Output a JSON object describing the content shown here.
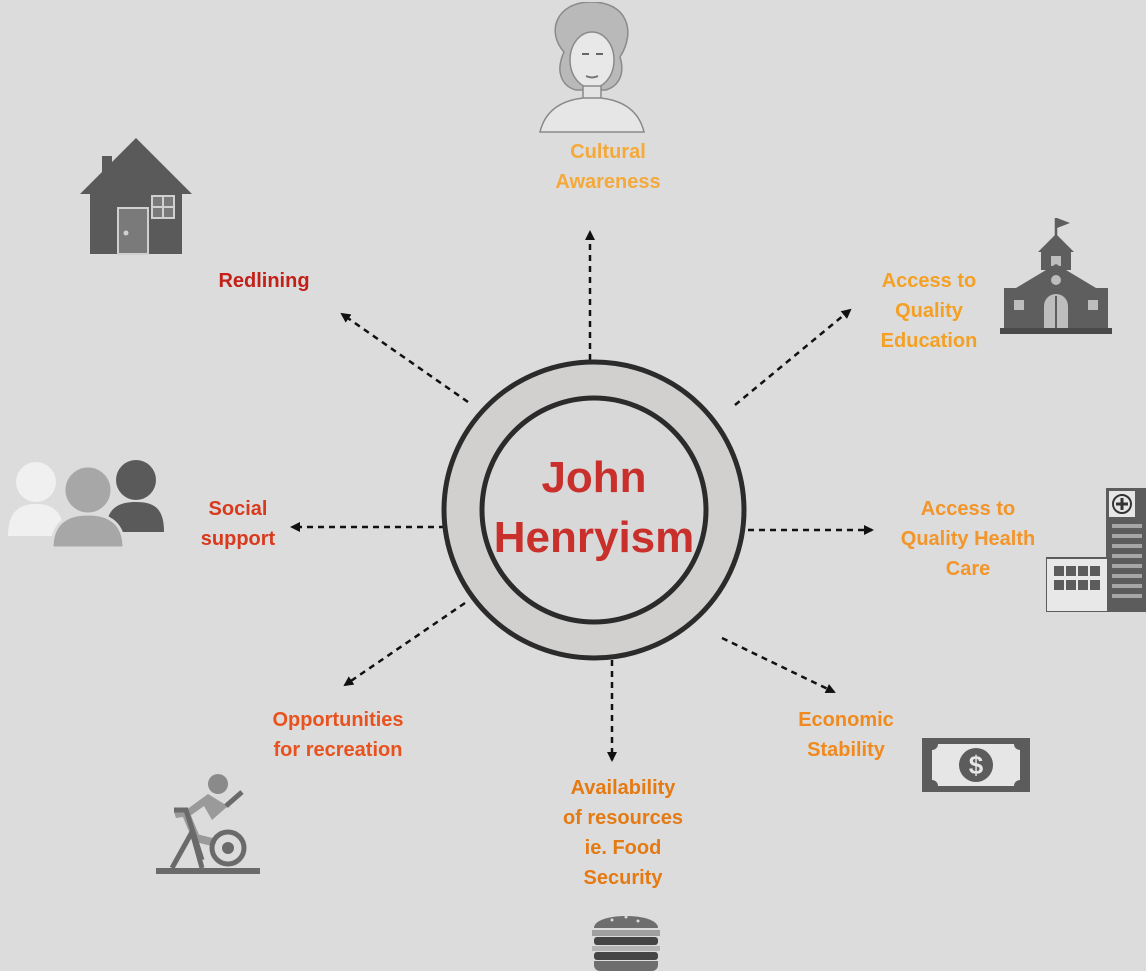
{
  "center": {
    "label": "John\nHenryism",
    "color": "#c9302c"
  },
  "factors": [
    {
      "id": "cultural",
      "label": "Cultural\nAwareness",
      "color": "#f4a93a",
      "icon": "woman-portrait-icon"
    },
    {
      "id": "education",
      "label": "Access to\nQuality\nEducation",
      "color": "#f4a024",
      "icon": "school-building-icon"
    },
    {
      "id": "health",
      "label": "Access to\nQuality Health\nCare",
      "color": "#f2952a",
      "icon": "hospital-icon"
    },
    {
      "id": "economic",
      "label": "Economic\nStability",
      "color": "#f08a1e",
      "icon": "dollar-bill-icon"
    },
    {
      "id": "resources",
      "label": "Availability\nof resources\nie. Food\nSecurity",
      "color": "#e57a12",
      "icon": "burger-icon"
    },
    {
      "id": "recreation",
      "label": "Opportunities\nfor recreation",
      "color": "#e8521e",
      "icon": "exercise-bike-icon"
    },
    {
      "id": "social",
      "label": "Social\nsupport",
      "color": "#d83a1e",
      "icon": "people-group-icon"
    },
    {
      "id": "redlining",
      "label": "Redlining",
      "color": "#c4201a",
      "icon": "house-icon"
    }
  ]
}
